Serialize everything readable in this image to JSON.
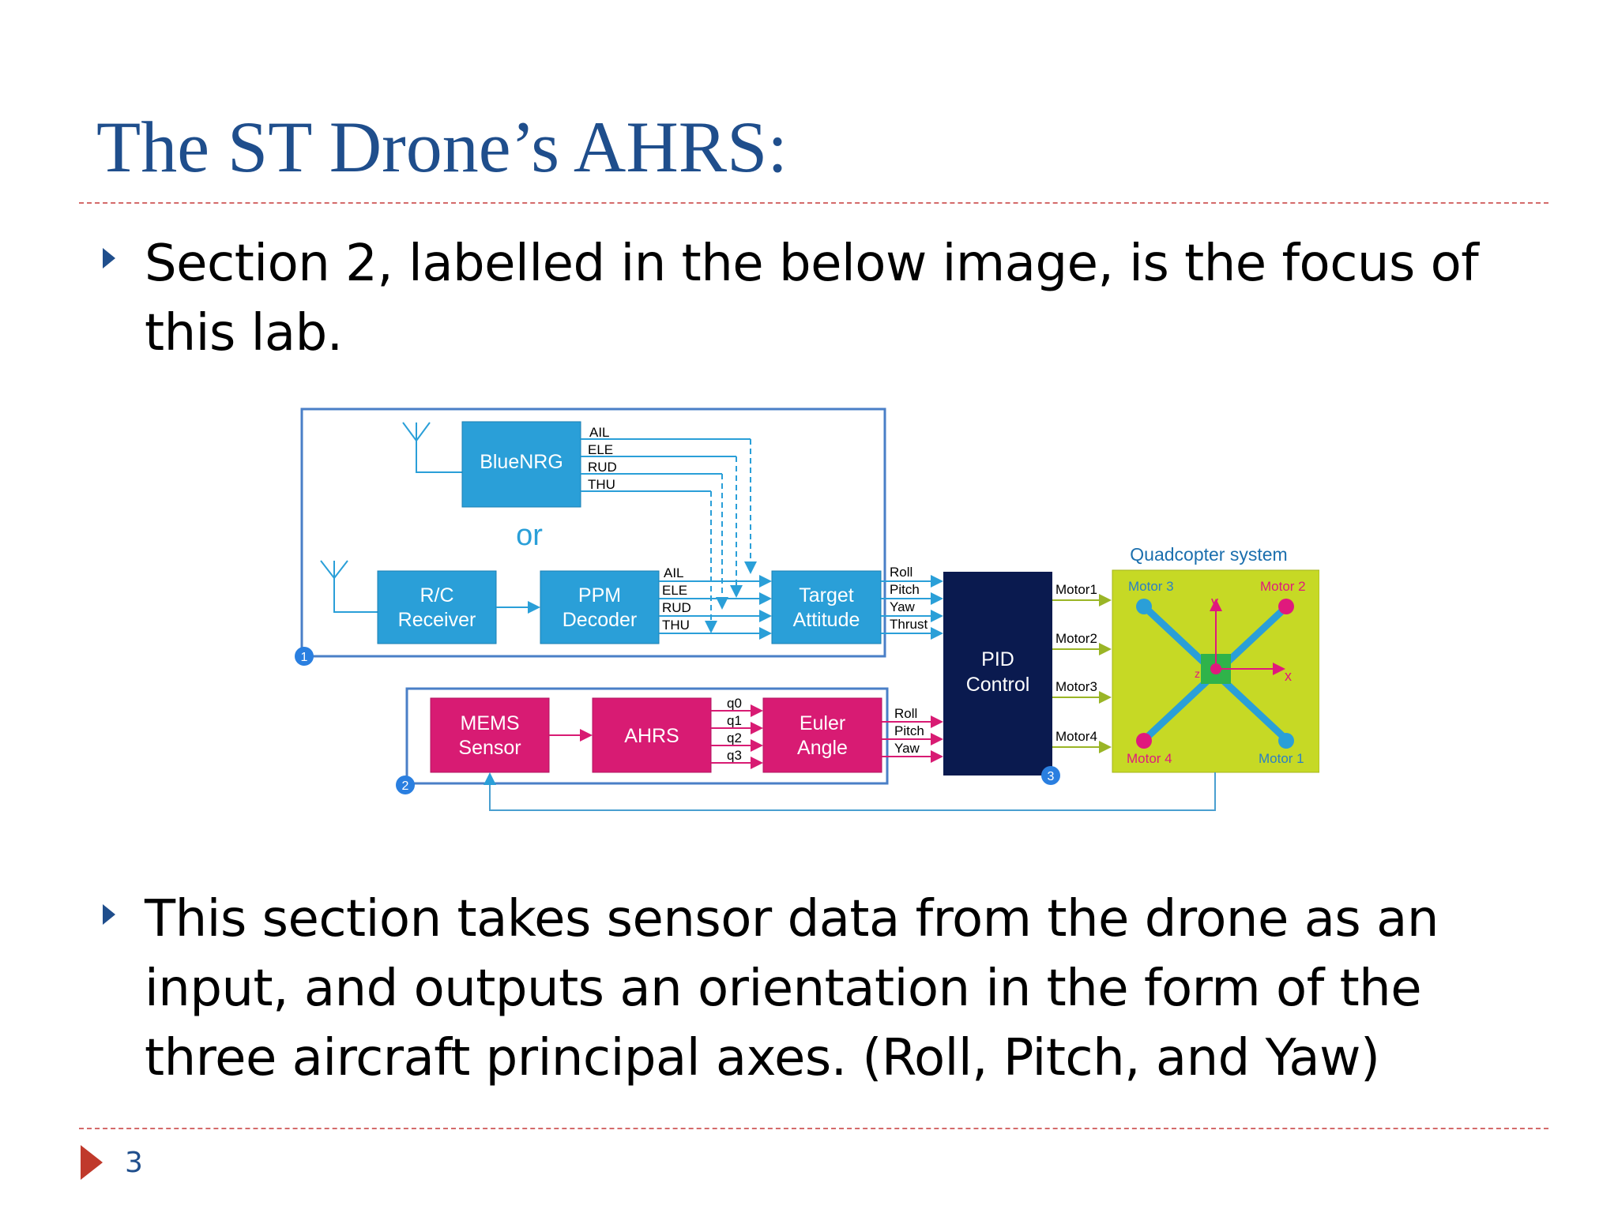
{
  "slide": {
    "title": "The ST Drone’s AHRS:",
    "bullet1": "Section 2, labelled in the below image, is the focus of this lab.",
    "bullet2": "This section takes sensor data from the drone as an input, and outputs an orientation in the form of the three aircraft principal axes. (Roll, Pitch, and Yaw)",
    "page_number": "3"
  },
  "diagram": {
    "blocks": {
      "bluenrg": "BlueNRG",
      "or": "or",
      "rc": [
        "R/C",
        "Receiver"
      ],
      "ppm": [
        "PPM",
        "Decoder"
      ],
      "target": [
        "Target",
        "Attitude"
      ],
      "pid": [
        "PID",
        "Control"
      ],
      "mems": [
        "MEMS",
        "Sensor"
      ],
      "ahrs": "AHRS",
      "euler": [
        "Euler",
        "Angle"
      ]
    },
    "bluenrg_signals": [
      "AIL",
      "ELE",
      "RUD",
      "THU"
    ],
    "ppm_signals": [
      "AIL",
      "ELE",
      "RUD",
      "THU"
    ],
    "target_outputs": [
      "Roll",
      "Pitch",
      "Yaw",
      "Thrust"
    ],
    "quaternions": [
      "q0",
      "q1",
      "q2",
      "q3"
    ],
    "euler_outputs": [
      "Roll",
      "Pitch",
      "Yaw"
    ],
    "motor_outputs": [
      "Motor1",
      "Motor2",
      "Motor3",
      "Motor4"
    ],
    "section_markers": [
      "1",
      "2",
      "3"
    ],
    "quadcopter": {
      "title": "Quadcopter system",
      "motors": [
        "Motor 3",
        "Motor 2",
        "Motor 4",
        "Motor 1"
      ],
      "axes": [
        "y",
        "x",
        "z"
      ]
    },
    "colors": {
      "blue_block": "#2a9fd8",
      "pink_block": "#d81b73",
      "pid_block": "#0a1a4f",
      "quad_bg": "#c6d925",
      "frame": "#4a7fc7"
    }
  }
}
